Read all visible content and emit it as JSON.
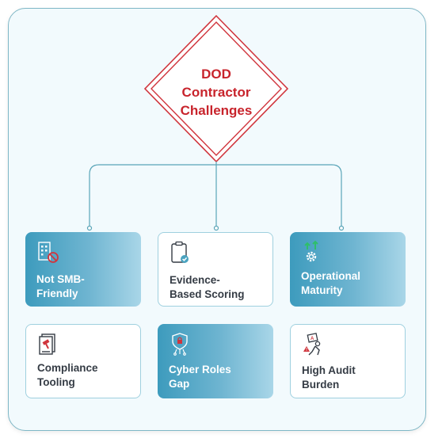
{
  "diagram": {
    "title_line1": "DOD",
    "title_line2": "Contractor",
    "title_line3": "Challenges",
    "cards": [
      {
        "line1": "Not SMB-",
        "line2": "Friendly",
        "icon": "building-prohibited-icon"
      },
      {
        "line1": "Evidence-",
        "line2": "Based Scoring",
        "icon": "clipboard-check-icon"
      },
      {
        "line1": "Operational",
        "line2": "Maturity",
        "icon": "gear-arrows-icon"
      },
      {
        "line1": "Compliance",
        "line2": "Tooling",
        "icon": "document-gavel-icon"
      },
      {
        "line1": "Cyber Roles",
        "line2": "Gap",
        "icon": "shield-lock-network-icon"
      },
      {
        "line1": "High Audit",
        "line2": "Burden",
        "icon": "overloaded-worker-icon"
      }
    ]
  },
  "colors": {
    "accent_red": "#c8242c",
    "teal": "#3d9bbd",
    "panel_border": "#7fb7c6",
    "connector": "#5aa5b8"
  }
}
